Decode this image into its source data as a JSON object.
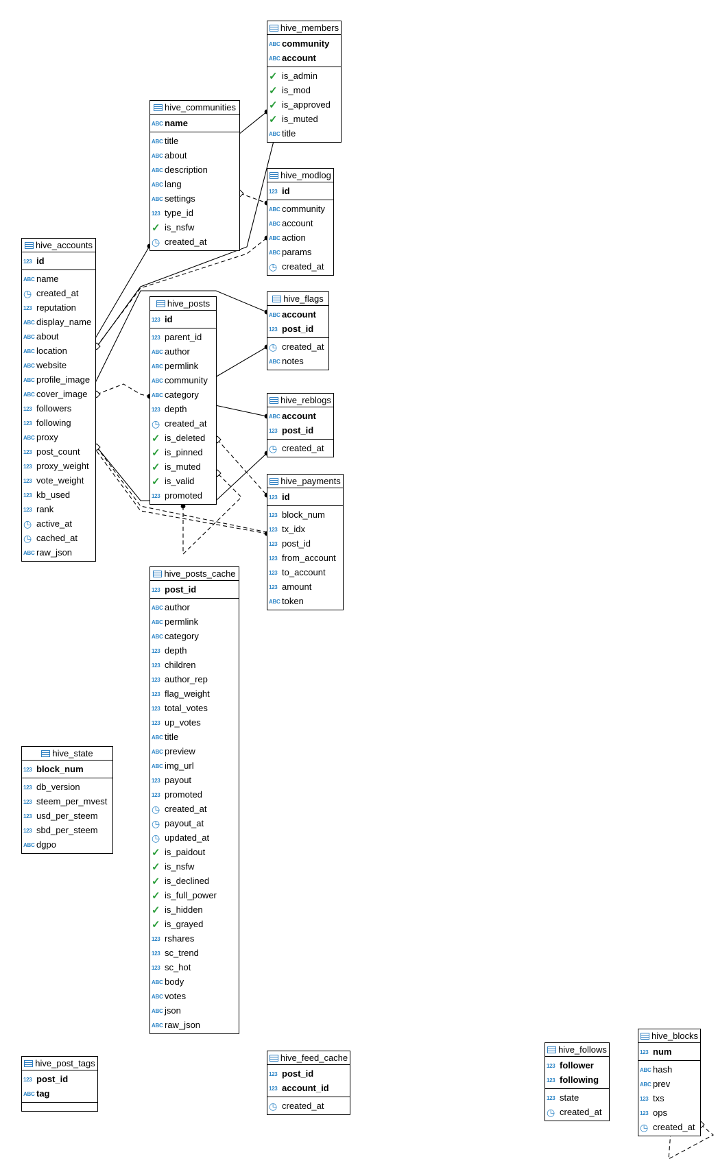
{
  "tables": [
    {
      "id": "hive_members",
      "name": "hive_members",
      "keys": [
        {
          "t": "abc",
          "n": "community"
        },
        {
          "t": "abc",
          "n": "account"
        }
      ],
      "cols": [
        {
          "t": "bool",
          "n": "is_admin"
        },
        {
          "t": "bool",
          "n": "is_mod"
        },
        {
          "t": "bool",
          "n": "is_approved"
        },
        {
          "t": "bool",
          "n": "is_muted"
        },
        {
          "t": "abc",
          "n": "title"
        }
      ]
    },
    {
      "id": "hive_communities",
      "name": "hive_communities",
      "keys": [
        {
          "t": "abc",
          "n": "name"
        }
      ],
      "cols": [
        {
          "t": "abc",
          "n": "title"
        },
        {
          "t": "abc",
          "n": "about"
        },
        {
          "t": "abc",
          "n": "description"
        },
        {
          "t": "abc",
          "n": "lang"
        },
        {
          "t": "abc",
          "n": "settings"
        },
        {
          "t": "123",
          "n": "type_id"
        },
        {
          "t": "bool",
          "n": "is_nsfw"
        },
        {
          "t": "time",
          "n": "created_at"
        }
      ]
    },
    {
      "id": "hive_modlog",
      "name": "hive_modlog",
      "keys": [
        {
          "t": "123",
          "n": "id"
        }
      ],
      "cols": [
        {
          "t": "abc",
          "n": "community"
        },
        {
          "t": "abc",
          "n": "account"
        },
        {
          "t": "abc",
          "n": "action"
        },
        {
          "t": "abc",
          "n": "params"
        },
        {
          "t": "time",
          "n": "created_at"
        }
      ]
    },
    {
      "id": "hive_accounts",
      "name": "hive_accounts",
      "keys": [
        {
          "t": "123",
          "n": "id"
        }
      ],
      "cols": [
        {
          "t": "abc",
          "n": "name"
        },
        {
          "t": "time",
          "n": "created_at"
        },
        {
          "t": "123",
          "n": "reputation"
        },
        {
          "t": "abc",
          "n": "display_name"
        },
        {
          "t": "abc",
          "n": "about"
        },
        {
          "t": "abc",
          "n": "location"
        },
        {
          "t": "abc",
          "n": "website"
        },
        {
          "t": "abc",
          "n": "profile_image"
        },
        {
          "t": "abc",
          "n": "cover_image"
        },
        {
          "t": "123",
          "n": "followers"
        },
        {
          "t": "123",
          "n": "following"
        },
        {
          "t": "abc",
          "n": "proxy"
        },
        {
          "t": "123",
          "n": "post_count"
        },
        {
          "t": "123",
          "n": "proxy_weight"
        },
        {
          "t": "123",
          "n": "vote_weight"
        },
        {
          "t": "123",
          "n": "kb_used"
        },
        {
          "t": "123",
          "n": "rank"
        },
        {
          "t": "time",
          "n": "active_at"
        },
        {
          "t": "time",
          "n": "cached_at"
        },
        {
          "t": "abc",
          "n": "raw_json"
        }
      ]
    },
    {
      "id": "hive_posts",
      "name": "hive_posts",
      "keys": [
        {
          "t": "123",
          "n": "id"
        }
      ],
      "cols": [
        {
          "t": "123",
          "n": "parent_id"
        },
        {
          "t": "abc",
          "n": "author"
        },
        {
          "t": "abc",
          "n": "permlink"
        },
        {
          "t": "abc",
          "n": "community"
        },
        {
          "t": "abc",
          "n": "category"
        },
        {
          "t": "123",
          "n": "depth"
        },
        {
          "t": "time",
          "n": "created_at"
        },
        {
          "t": "bool",
          "n": "is_deleted"
        },
        {
          "t": "bool",
          "n": "is_pinned"
        },
        {
          "t": "bool",
          "n": "is_muted"
        },
        {
          "t": "bool",
          "n": "is_valid"
        },
        {
          "t": "123",
          "n": "promoted"
        }
      ]
    },
    {
      "id": "hive_flags",
      "name": "hive_flags",
      "keys": [
        {
          "t": "abc",
          "n": "account"
        },
        {
          "t": "123",
          "n": "post_id"
        }
      ],
      "cols": [
        {
          "t": "time",
          "n": "created_at"
        },
        {
          "t": "abc",
          "n": "notes"
        }
      ]
    },
    {
      "id": "hive_reblogs",
      "name": "hive_reblogs",
      "keys": [
        {
          "t": "abc",
          "n": "account"
        },
        {
          "t": "123",
          "n": "post_id"
        }
      ],
      "cols": [
        {
          "t": "time",
          "n": "created_at"
        }
      ]
    },
    {
      "id": "hive_payments",
      "name": "hive_payments",
      "keys": [
        {
          "t": "123",
          "n": "id"
        }
      ],
      "cols": [
        {
          "t": "123",
          "n": "block_num"
        },
        {
          "t": "123",
          "n": "tx_idx"
        },
        {
          "t": "123",
          "n": "post_id"
        },
        {
          "t": "123",
          "n": "from_account"
        },
        {
          "t": "123",
          "n": "to_account"
        },
        {
          "t": "123",
          "n": "amount"
        },
        {
          "t": "abc",
          "n": "token"
        }
      ]
    },
    {
      "id": "hive_posts_cache",
      "name": "hive_posts_cache",
      "keys": [
        {
          "t": "123",
          "n": "post_id"
        }
      ],
      "cols": [
        {
          "t": "abc",
          "n": "author"
        },
        {
          "t": "abc",
          "n": "permlink"
        },
        {
          "t": "abc",
          "n": "category"
        },
        {
          "t": "123",
          "n": "depth"
        },
        {
          "t": "123",
          "n": "children"
        },
        {
          "t": "123",
          "n": "author_rep"
        },
        {
          "t": "123",
          "n": "flag_weight"
        },
        {
          "t": "123",
          "n": "total_votes"
        },
        {
          "t": "123",
          "n": "up_votes"
        },
        {
          "t": "abc",
          "n": "title"
        },
        {
          "t": "abc",
          "n": "preview"
        },
        {
          "t": "abc",
          "n": "img_url"
        },
        {
          "t": "123",
          "n": "payout"
        },
        {
          "t": "123",
          "n": "promoted"
        },
        {
          "t": "time",
          "n": "created_at"
        },
        {
          "t": "time",
          "n": "payout_at"
        },
        {
          "t": "time",
          "n": "updated_at"
        },
        {
          "t": "bool",
          "n": "is_paidout"
        },
        {
          "t": "bool",
          "n": "is_nsfw"
        },
        {
          "t": "bool",
          "n": "is_declined"
        },
        {
          "t": "bool",
          "n": "is_full_power"
        },
        {
          "t": "bool",
          "n": "is_hidden"
        },
        {
          "t": "bool",
          "n": "is_grayed"
        },
        {
          "t": "123",
          "n": "rshares"
        },
        {
          "t": "123",
          "n": "sc_trend"
        },
        {
          "t": "123",
          "n": "sc_hot"
        },
        {
          "t": "abc",
          "n": "body"
        },
        {
          "t": "abc",
          "n": "votes"
        },
        {
          "t": "abc",
          "n": "json"
        },
        {
          "t": "abc",
          "n": "raw_json"
        }
      ]
    },
    {
      "id": "hive_state",
      "name": "hive_state",
      "keys": [
        {
          "t": "123",
          "n": "block_num"
        }
      ],
      "cols": [
        {
          "t": "123",
          "n": "db_version"
        },
        {
          "t": "123",
          "n": "steem_per_mvest"
        },
        {
          "t": "123",
          "n": "usd_per_steem"
        },
        {
          "t": "123",
          "n": "sbd_per_steem"
        },
        {
          "t": "abc",
          "n": "dgpo"
        }
      ]
    },
    {
      "id": "hive_post_tags",
      "name": "hive_post_tags",
      "keys": [
        {
          "t": "123",
          "n": "post_id"
        },
        {
          "t": "abc",
          "n": "tag"
        }
      ],
      "cols": []
    },
    {
      "id": "hive_feed_cache",
      "name": "hive_feed_cache",
      "keys": [
        {
          "t": "123",
          "n": "post_id"
        },
        {
          "t": "123",
          "n": "account_id"
        }
      ],
      "cols": [
        {
          "t": "time",
          "n": "created_at"
        }
      ]
    },
    {
      "id": "hive_follows",
      "name": "hive_follows",
      "keys": [
        {
          "t": "123",
          "n": "follower"
        },
        {
          "t": "123",
          "n": "following"
        }
      ],
      "cols": [
        {
          "t": "123",
          "n": "state"
        },
        {
          "t": "time",
          "n": "created_at"
        }
      ]
    },
    {
      "id": "hive_blocks",
      "name": "hive_blocks",
      "keys": [
        {
          "t": "123",
          "n": "num"
        }
      ],
      "cols": [
        {
          "t": "abc",
          "n": "hash"
        },
        {
          "t": "abc",
          "n": "prev"
        },
        {
          "t": "123",
          "n": "txs"
        },
        {
          "t": "123",
          "n": "ops"
        },
        {
          "t": "time",
          "n": "created_at"
        }
      ]
    }
  ],
  "type_glyphs": {
    "abc": "ABC",
    "123": "123",
    "bool": "✓",
    "time": "◷"
  },
  "colors": {
    "type_icon": "#2f86c6",
    "bool_icon": "#2a9d3a",
    "border": "#000000",
    "line": "#000000"
  }
}
